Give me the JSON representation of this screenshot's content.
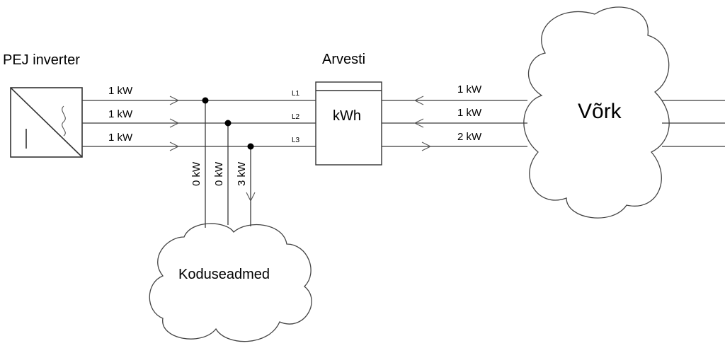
{
  "inverter": {
    "title": "PEJ inverter"
  },
  "meter": {
    "title": "Arvesti",
    "unit": "kWh"
  },
  "grid": {
    "title": "Võrk"
  },
  "household": {
    "title": "Koduseadmed"
  },
  "phases": [
    {
      "label": "L1",
      "inverter_power": "1 kW",
      "grid_power": "1 kW",
      "load_power": "0 kW"
    },
    {
      "label": "L2",
      "inverter_power": "1 kW",
      "grid_power": "1 kW",
      "load_power": "0 kW"
    },
    {
      "label": "L3",
      "inverter_power": "1 kW",
      "grid_power": "2 kW",
      "load_power": "3 kW"
    }
  ]
}
